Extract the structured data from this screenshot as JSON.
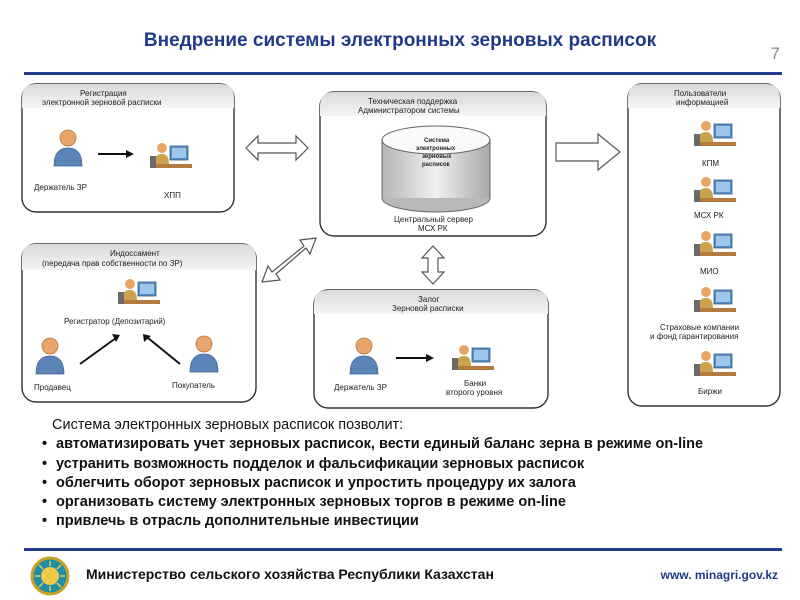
{
  "header": {
    "title": "Внедрение системы электронных зерновых расписок",
    "page_number": "7"
  },
  "diagram": {
    "registration": {
      "title_line1": "Регистрация",
      "title_line2": "электронной зерновой расписки",
      "holder": "Держатель ЗР",
      "elevator": "ХПП"
    },
    "support": {
      "title_line1": "Техническая поддержка",
      "title_line2": "Администратором системы",
      "db_line1": "Система",
      "db_line2": "электронных",
      "db_line3": "зерновых",
      "db_line4": "расписок",
      "server_line1": "Центральный сервер",
      "server_line2": "МСХ РК"
    },
    "users": {
      "title_line1": "Пользователи",
      "title_line2": "информацией",
      "kpm": "КПМ",
      "msh": "МСХ РК",
      "mio": "МИО",
      "insurance_line1": "Страховые компании",
      "insurance_line2": "и фонд гарантирования",
      "exchange": "Биржи"
    },
    "endorsement": {
      "title_line1": "Индоссамент",
      "title_line2": "(передача прав собственности по ЗР)",
      "registrar": "Регистратор (Депозитарий)",
      "seller": "Продавец",
      "buyer": "Покупатель"
    },
    "pledge": {
      "title_line1": "Залог",
      "title_line2": "Зерновой расписки",
      "holder": "Держатель ЗР",
      "banks_line1": "Банки",
      "banks_line2": "второго уровня"
    }
  },
  "body": {
    "intro": "Система электронных зерновых расписок позволит:",
    "bullets": [
      "автоматизировать учет зерновых расписок, вести единый баланс зерна в режиме on-line",
      "устранить возможность подделок и фальсификации зерновых расписок",
      "облегчить оборот зерновых расписок и упростить процедуру их залога",
      "организовать систему электронных зерновых торгов в режиме on-line",
      "привлечь в отрасль дополнительные инвестиции"
    ]
  },
  "footer": {
    "ministry": "Министерство сельского хозяйства Республики Казахстан",
    "url": "www. minagri.gov.kz"
  },
  "colors": {
    "accent": "#1f3a8a",
    "person": "#e9a46a",
    "computer": "#5a8fc0"
  }
}
